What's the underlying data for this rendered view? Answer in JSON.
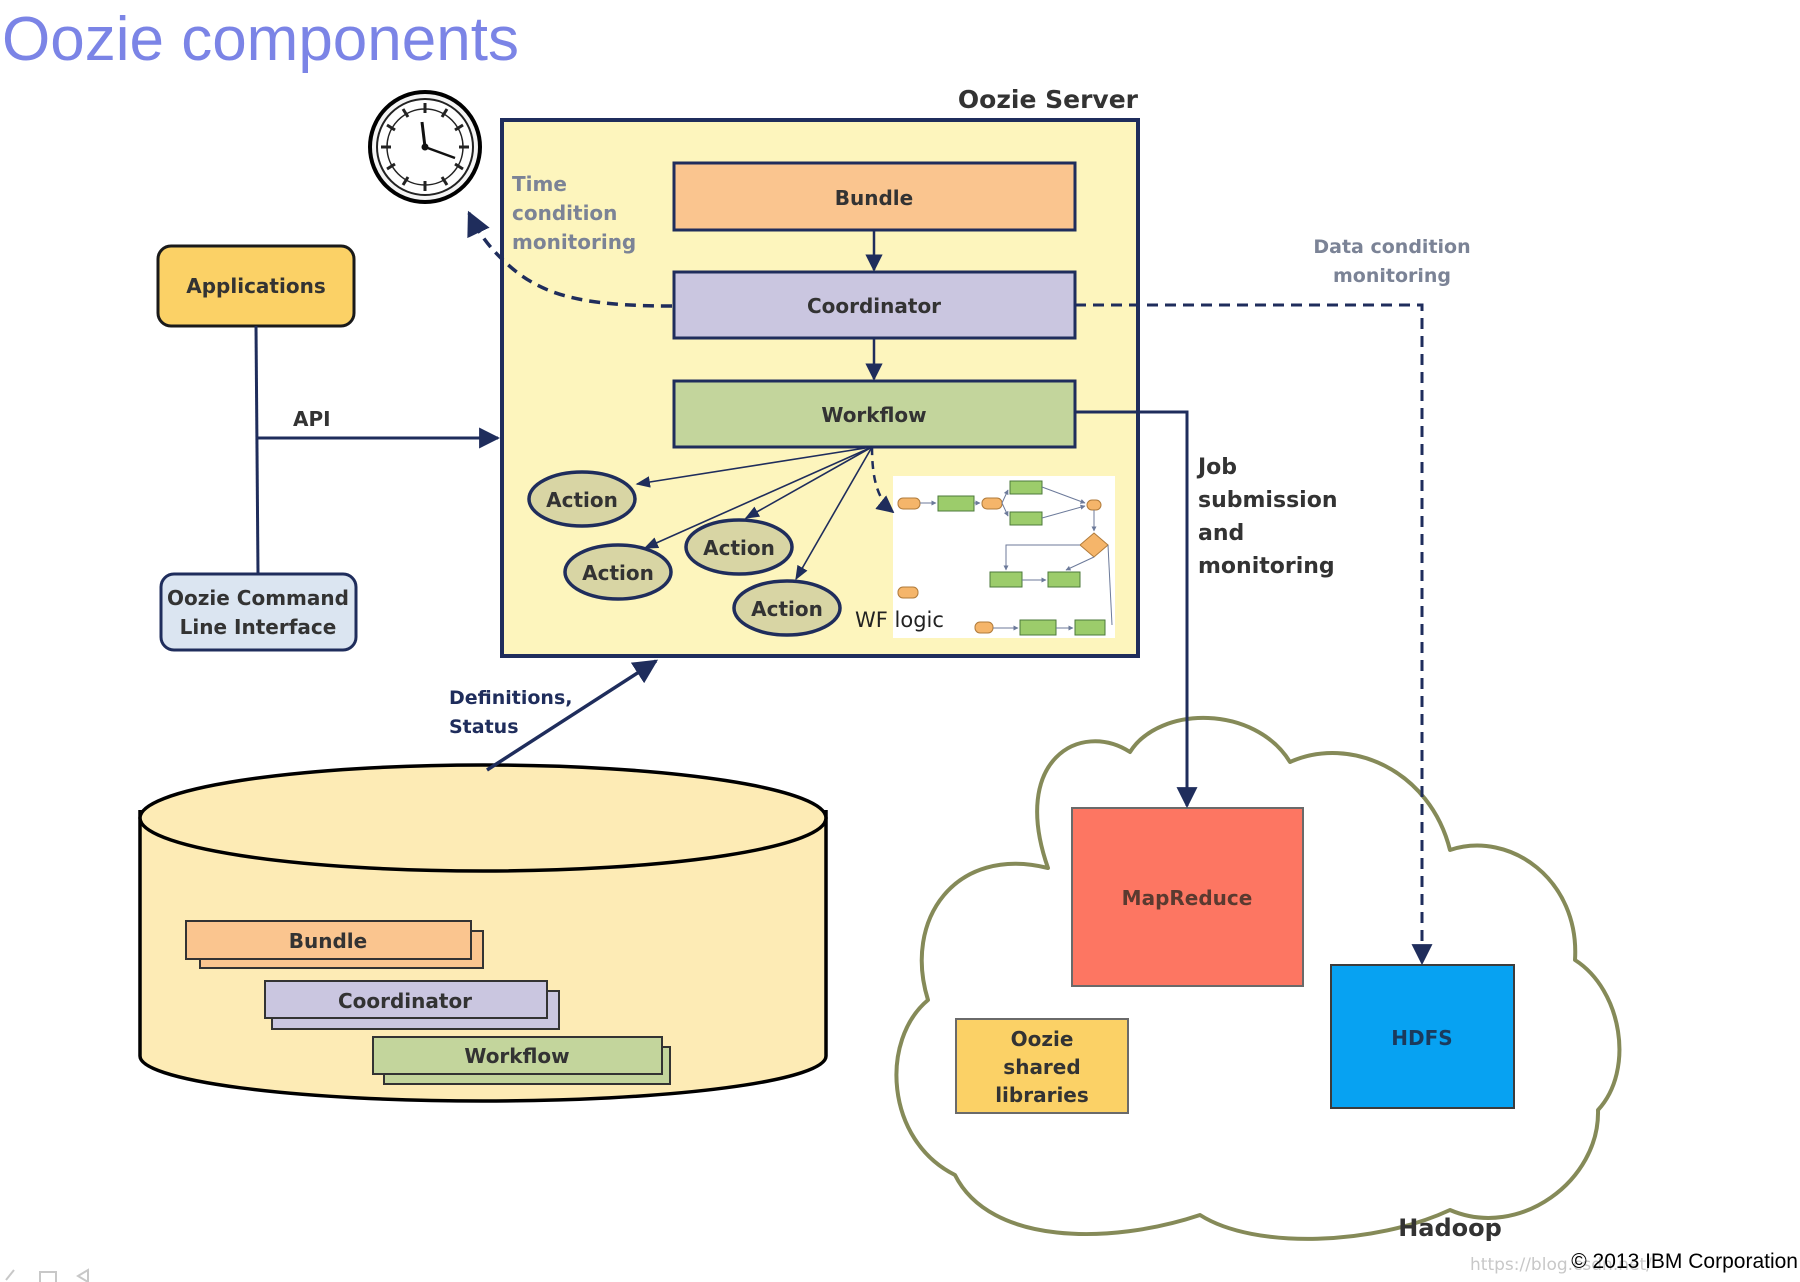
{
  "slide": {
    "title": "Oozie components",
    "copyright": "© 2013 IBM Corporation",
    "watermark": "https://blog.csdn.net/"
  },
  "server": {
    "label": "Oozie Server",
    "bundle": "Bundle",
    "coordinator": "Coordinator",
    "workflow": "Workflow",
    "time_condition": [
      "Time",
      "condition",
      "monitoring"
    ],
    "actions": [
      "Action",
      "Action",
      "Action",
      "Action"
    ],
    "wf_logic": "WF logic"
  },
  "clients": {
    "applications": "Applications",
    "cli": [
      "Oozie Command",
      "Line Interface"
    ],
    "api": "API"
  },
  "database": {
    "link_label": [
      "Definitions,",
      "Status"
    ],
    "bundle": "Bundle",
    "coordinator": "Coordinator",
    "workflow": "Workflow"
  },
  "hadoop": {
    "label": "Hadoop",
    "mapreduce": "MapReduce",
    "hdfs": "HDFS",
    "shared_libs": [
      "Oozie",
      "shared",
      "libraries"
    ]
  },
  "links": {
    "data_condition": [
      "Data condition",
      "monitoring"
    ],
    "job_submission": [
      "Job",
      "submission",
      "and",
      "monitoring"
    ]
  },
  "colors": {
    "title": "#7b84e6",
    "arrow": "#1f2d5c",
    "server_fill": "#fdf5bd",
    "bundle": "#fac58f",
    "coordinator": "#cac6e0",
    "workflow": "#c3d59c",
    "applications": "#fbd166",
    "cli": "#dbe5f1",
    "action": "#d8d5a4",
    "cylinder": "#fdebb5",
    "mapreduce": "#fd7662",
    "hdfs": "#07a2f2",
    "shared_libs": "#fbd166",
    "cloud_stroke": "#858a58",
    "label_grey": "#7b8396"
  },
  "icons": [
    "clock-icon"
  ]
}
